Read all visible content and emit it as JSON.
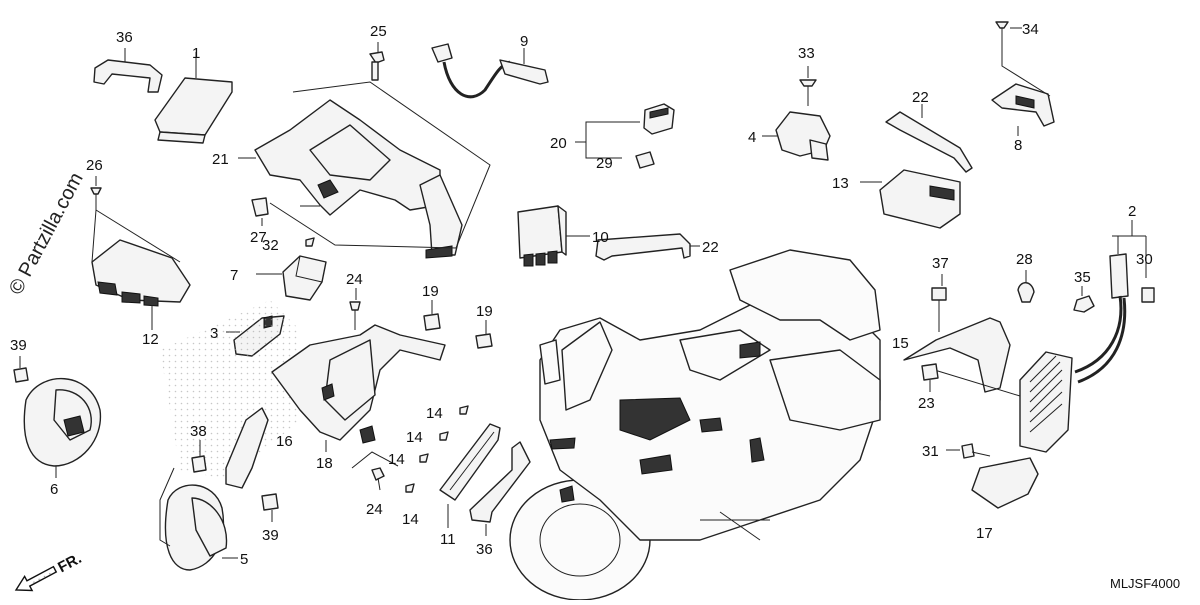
{
  "watermark": "© Partzilla.com",
  "diagram_code": "MLJSF4000",
  "front_arrow_label": "FR.",
  "callouts": [
    {
      "id": "c36a",
      "text": "36"
    },
    {
      "id": "c1",
      "text": "1"
    },
    {
      "id": "c25",
      "text": "25"
    },
    {
      "id": "c9",
      "text": "9"
    },
    {
      "id": "c33",
      "text": "33"
    },
    {
      "id": "c34",
      "text": "34"
    },
    {
      "id": "c22a",
      "text": "22"
    },
    {
      "id": "c20",
      "text": "20"
    },
    {
      "id": "c4",
      "text": "4"
    },
    {
      "id": "c29",
      "text": "29"
    },
    {
      "id": "c8",
      "text": "8"
    },
    {
      "id": "c26",
      "text": "26"
    },
    {
      "id": "c21",
      "text": "21"
    },
    {
      "id": "c13",
      "text": "13"
    },
    {
      "id": "c2",
      "text": "2"
    },
    {
      "id": "c10",
      "text": "10"
    },
    {
      "id": "c22b",
      "text": "22"
    },
    {
      "id": "c27",
      "text": "27"
    },
    {
      "id": "c32",
      "text": "32"
    },
    {
      "id": "c37",
      "text": "37"
    },
    {
      "id": "c28",
      "text": "28"
    },
    {
      "id": "c30",
      "text": "30"
    },
    {
      "id": "c7",
      "text": "7"
    },
    {
      "id": "c24a",
      "text": "24"
    },
    {
      "id": "c35",
      "text": "35"
    },
    {
      "id": "c19a",
      "text": "19"
    },
    {
      "id": "c19b",
      "text": "19"
    },
    {
      "id": "c12",
      "text": "12"
    },
    {
      "id": "c3",
      "text": "3"
    },
    {
      "id": "c39a",
      "text": "39"
    },
    {
      "id": "c15",
      "text": "15"
    },
    {
      "id": "c23",
      "text": "23"
    },
    {
      "id": "c14a",
      "text": "14"
    },
    {
      "id": "c14b",
      "text": "14"
    },
    {
      "id": "c38",
      "text": "38"
    },
    {
      "id": "c16",
      "text": "16"
    },
    {
      "id": "c18",
      "text": "18"
    },
    {
      "id": "c14c",
      "text": "14"
    },
    {
      "id": "c31",
      "text": "31"
    },
    {
      "id": "c6",
      "text": "6"
    },
    {
      "id": "c24b",
      "text": "24"
    },
    {
      "id": "c14d",
      "text": "14"
    },
    {
      "id": "c39b",
      "text": "39"
    },
    {
      "id": "c11",
      "text": "11"
    },
    {
      "id": "c36b",
      "text": "36"
    },
    {
      "id": "c17",
      "text": "17"
    },
    {
      "id": "c5",
      "text": "5"
    }
  ]
}
